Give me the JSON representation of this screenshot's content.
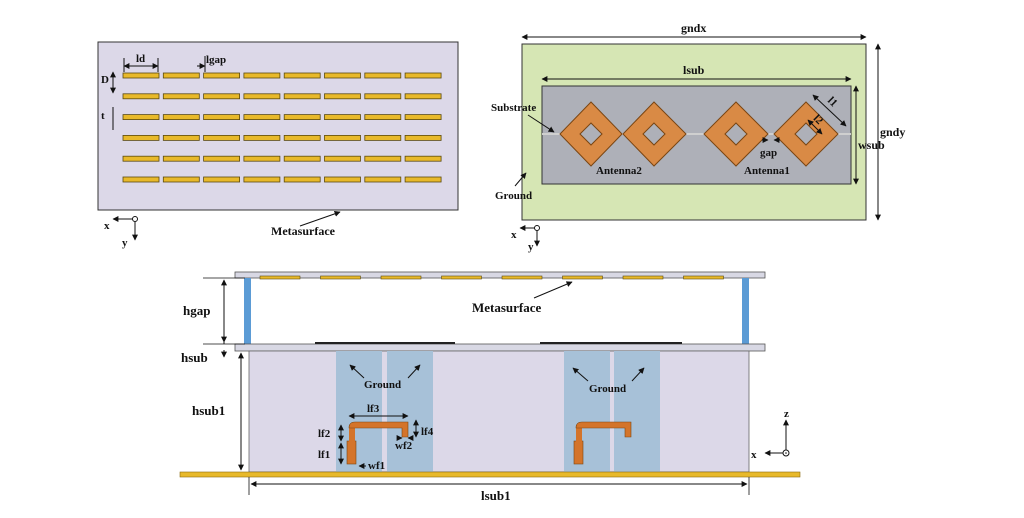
{
  "top_left_panel": {
    "labels": {
      "ld": "ld",
      "lgap": "lgap",
      "D": "D",
      "t": "t",
      "metasurface": "Metasurface"
    },
    "axis": {
      "x": "x",
      "y": "y"
    },
    "grid": {
      "rows": 6,
      "cols": 8
    }
  },
  "top_right_panel": {
    "labels": {
      "gndx": "gndx",
      "gndy": "gndy",
      "lsub": "lsub",
      "wsub": "wsub",
      "l1": "l1",
      "l2": "l2",
      "gap": "gap",
      "substrate": "Substrate",
      "ground": "Ground",
      "antenna1": "Antenna1",
      "antenna2": "Antenna2"
    },
    "axis": {
      "x": "x",
      "y": "y"
    }
  },
  "bottom_panel": {
    "labels": {
      "hgap": "hgap",
      "hsub": "hsub",
      "hsub1": "hsub1",
      "lsub1": "lsub1",
      "metasurface": "Metasurface",
      "ground_left": "Ground",
      "ground_right": "Ground",
      "lf1": "lf1",
      "lf2": "lf2",
      "lf3": "lf3",
      "lf4": "lf4",
      "wf1": "wf1",
      "wf2": "wf2"
    },
    "axis": {
      "x": "x",
      "z": "z"
    }
  },
  "colors": {
    "strip": "#e8b92a",
    "strip_edge": "#5a4a10",
    "panel_bg": "#dcd8e8",
    "ground_green": "#d6e6b4",
    "substrate_gray": "#aeb0b8",
    "antenna_orange": "#d98a45",
    "ground_blue": "#a7c1d8",
    "support_blue": "#5b9bd5",
    "feed_orange": "#d4742a"
  }
}
